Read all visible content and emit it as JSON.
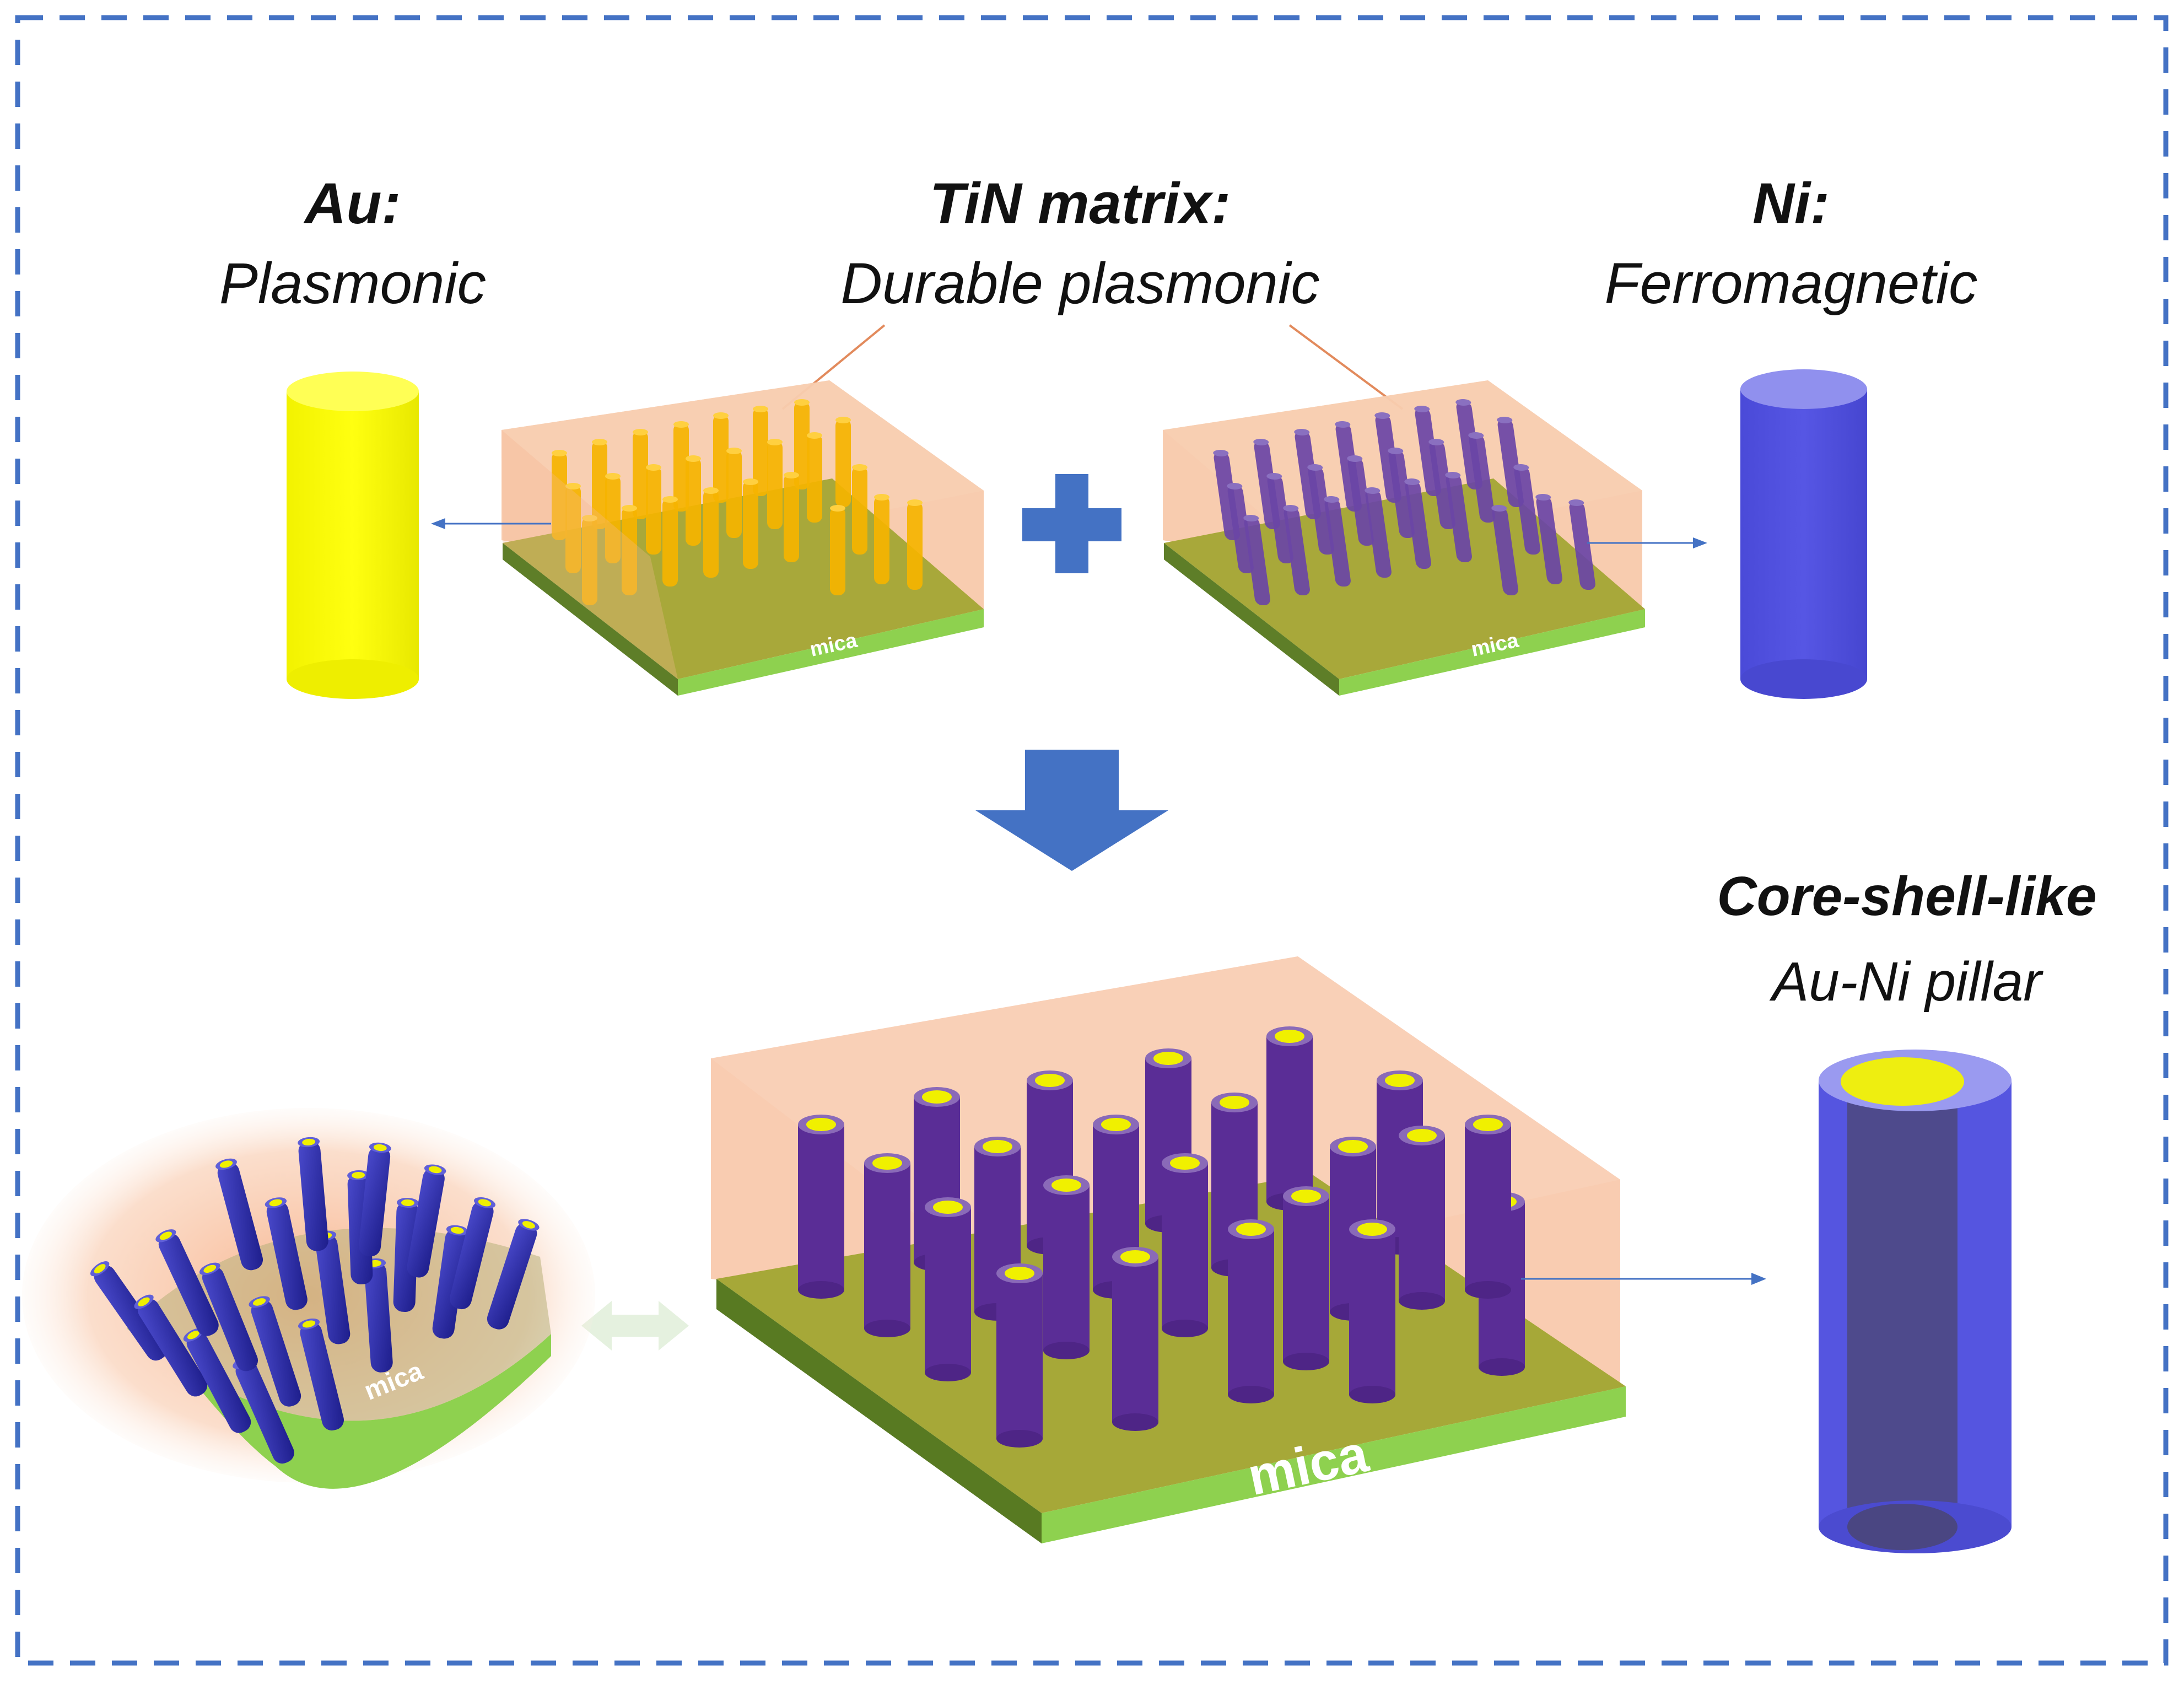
{
  "labels": {
    "au_title": "Au:",
    "au_sub": "Plasmonic",
    "tin_title": "TiN matrix:",
    "tin_sub": "Durable plasmonic",
    "ni_title": "Ni:",
    "ni_sub": "Ferromagnetic",
    "core_title": "Core-shell-like",
    "core_sub": "Au-Ni pillar",
    "mica": "mica"
  },
  "colors": {
    "border": "#4472c4",
    "matrix": "#f4b183",
    "au": "#ffff00",
    "au_pillar": "#f5b800",
    "ni": "#5050e0",
    "ni_pillar": "#6a45a6",
    "composite_pillar": "#5b2c96",
    "mica_top": "#9aa63a",
    "mica_front": "#8ed14f",
    "mica_side": "#5a7a26",
    "arrow": "#4472c4",
    "symbol": "#4472c4"
  },
  "icons": {
    "plus": "plus-icon",
    "down_arrow": "down-arrow-icon",
    "double_arrow": "double-arrow-icon"
  }
}
